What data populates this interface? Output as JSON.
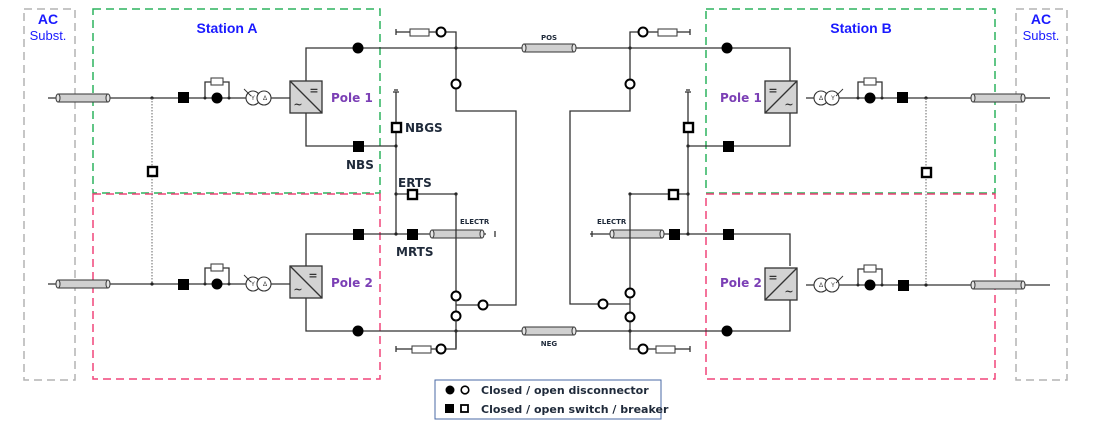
{
  "diagram": {
    "type": "HVDC bipole single-line diagram",
    "stations": {
      "a": {
        "title": "Station A"
      },
      "b": {
        "title": "Station B"
      }
    },
    "ac_substation": {
      "line1": "AC",
      "line2": "Subst."
    },
    "poles": {
      "pole1": "Pole 1",
      "pole2": "Pole 2"
    },
    "switch_labels": {
      "nbs": "NBS",
      "nbgs": "NBGS",
      "erts": "ERTS",
      "mrts": "MRTS"
    },
    "cable_labels": {
      "pos": "POS",
      "neg": "NEG",
      "electrode": "ELECTR"
    },
    "converter_symbols": {
      "dc": "=",
      "ac": "~"
    },
    "transformer_symbols": {
      "wye": "Y",
      "delta": "Δ"
    },
    "legend": {
      "items": [
        {
          "closed": "closed-disconnector",
          "open": "open-disconnector",
          "label": "Closed / open disconnector"
        },
        {
          "closed": "closed-breaker",
          "open": "open-breaker",
          "label": "Closed / open switch / breaker"
        }
      ]
    },
    "colors": {
      "station_frame": "#2db35f",
      "pole2_frame": "#f0457a",
      "ac_frame": "#b4b4b4",
      "title_text": "#1a1aff",
      "pole_text": "#7b3fb5",
      "legend_border": "#4a6aa5"
    }
  }
}
